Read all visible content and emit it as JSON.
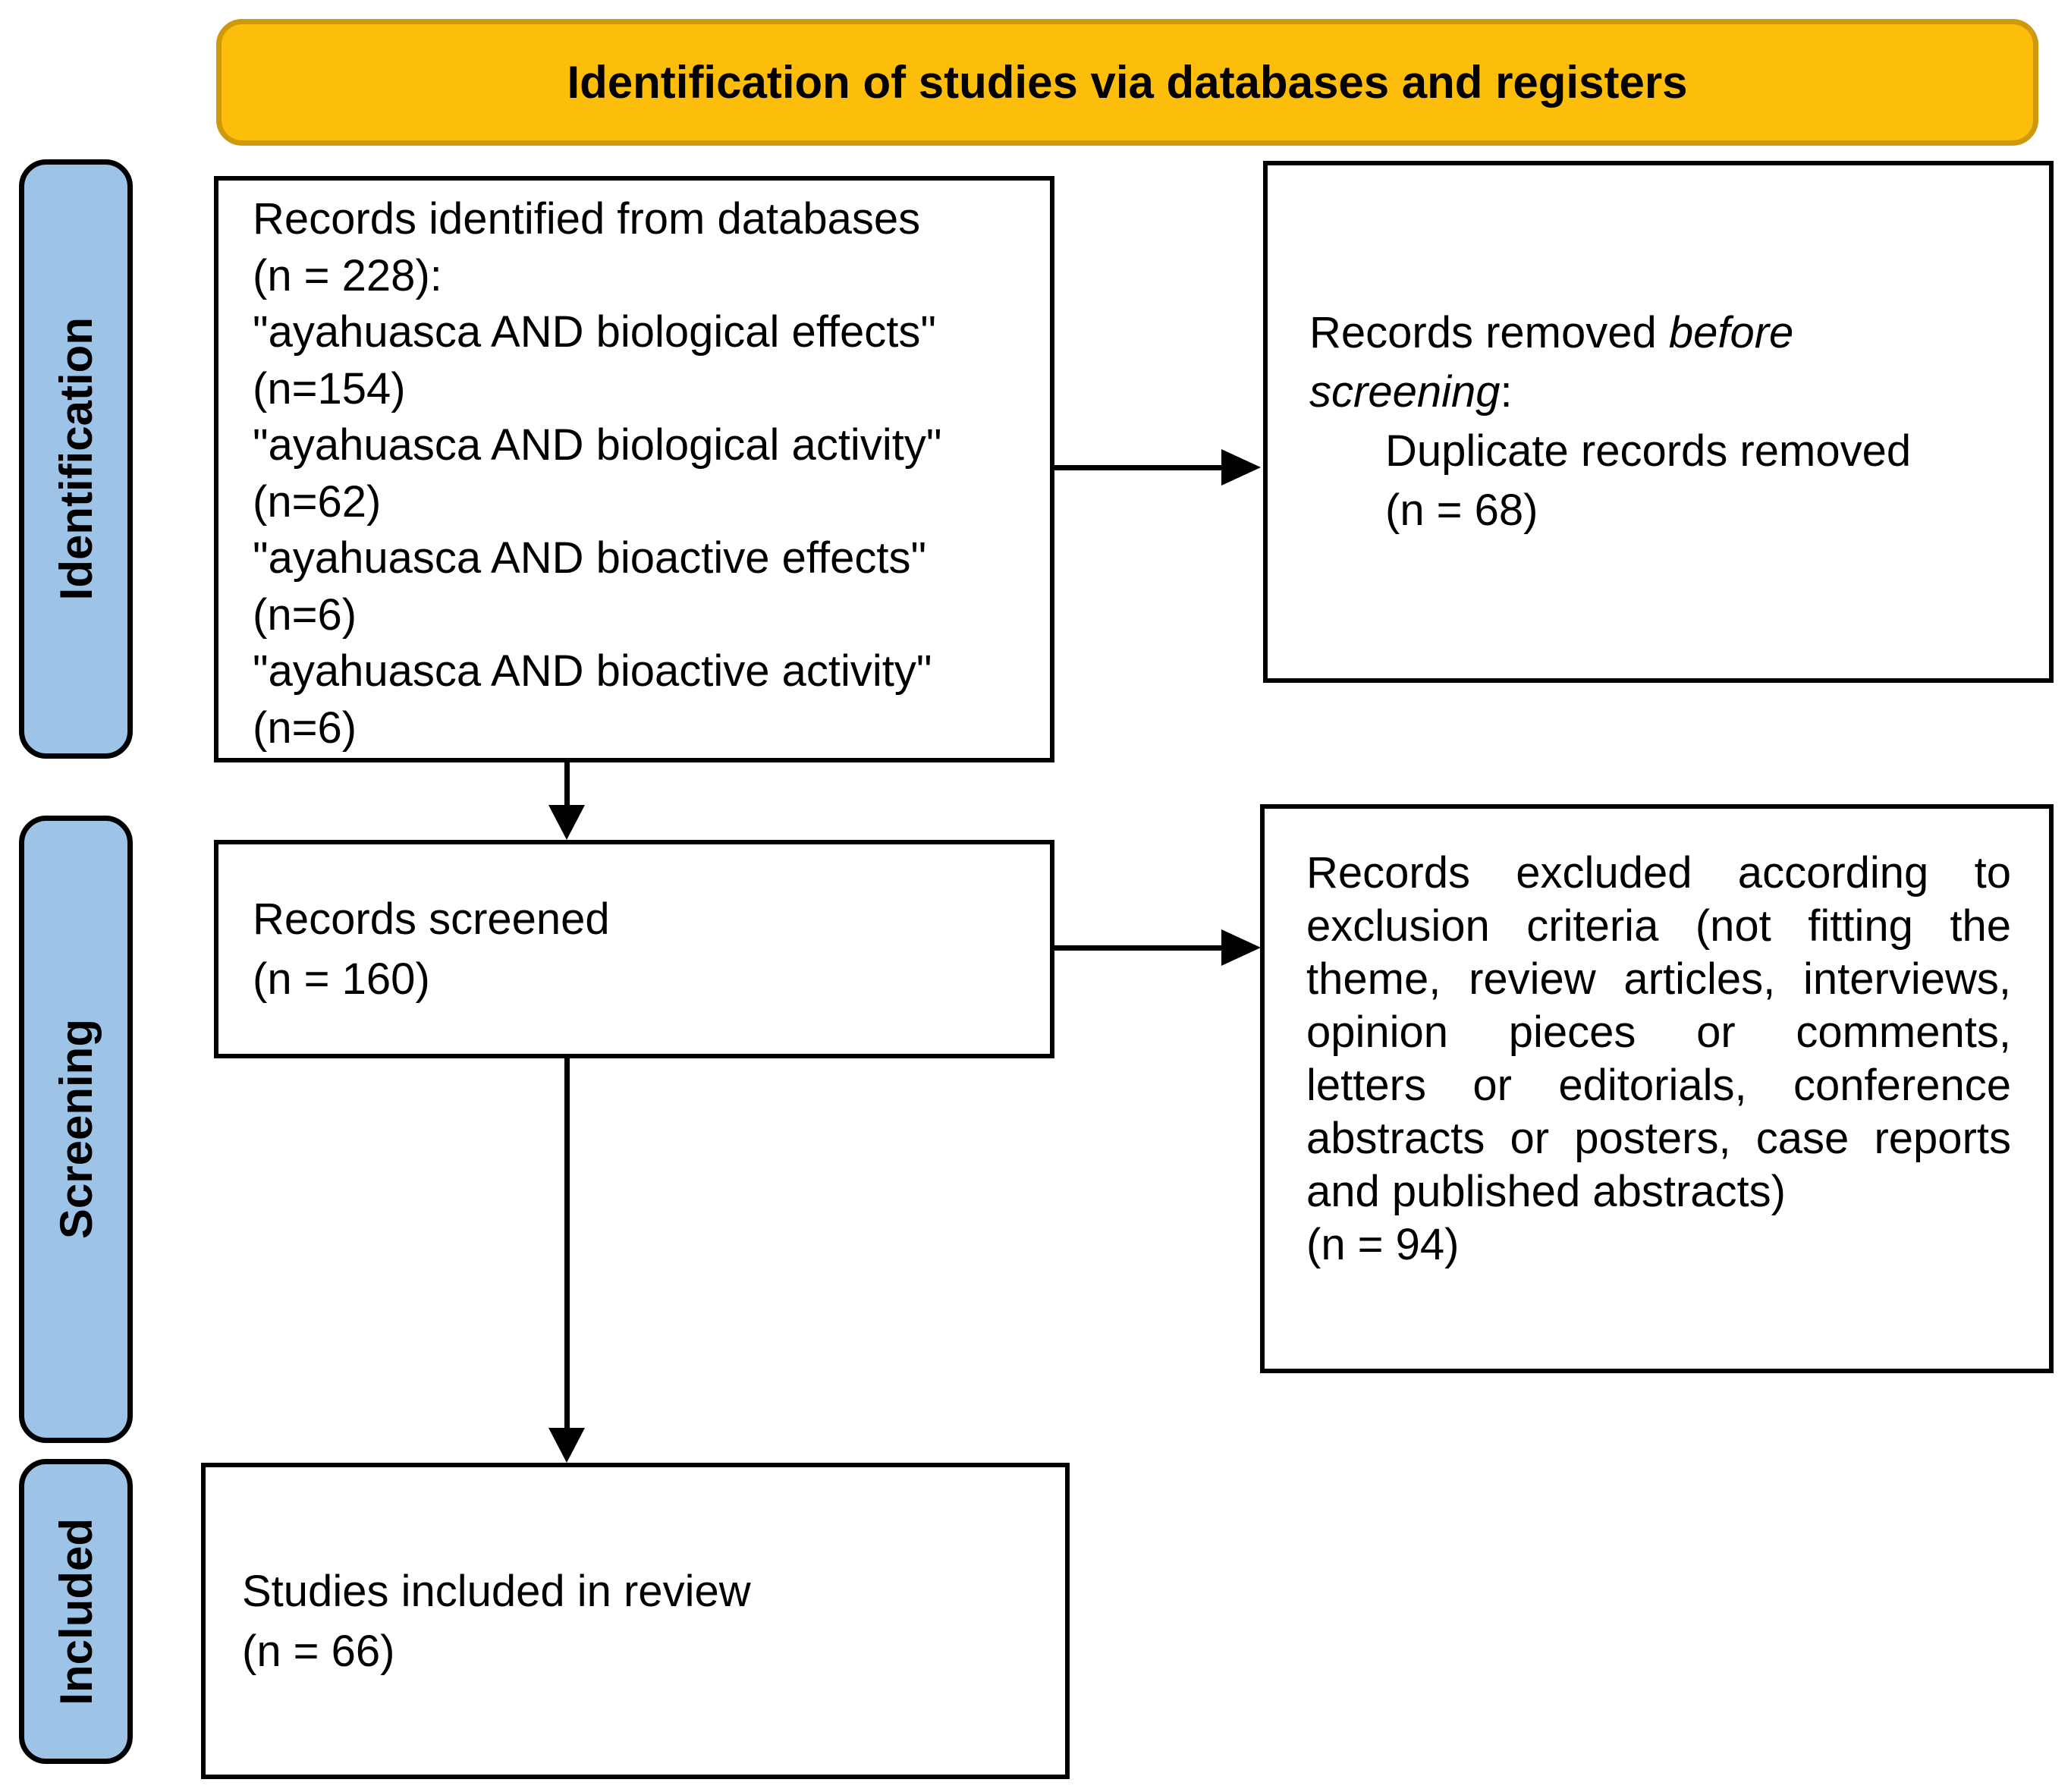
{
  "banner": {
    "title": "Identification of studies via databases and registers"
  },
  "sidebar": {
    "stages": [
      {
        "label": "Identification"
      },
      {
        "label": "Screening"
      },
      {
        "label": "Included"
      }
    ]
  },
  "boxes": {
    "identified": {
      "lines": [
        "Records identified from databases",
        "(n = 228):",
        "\"ayahuasca AND biological effects\"",
        "(n=154)",
        "\"ayahuasca AND biological activity\"",
        "(n=62)",
        "\"ayahuasca AND bioactive effects\"",
        "(n=6)",
        "\"ayahuasca AND bioactive activity\"",
        "(n=6)"
      ]
    },
    "removed_before_screening": {
      "normal_prefix": "Records removed ",
      "italic_segment": "before screening",
      "suffix": ":",
      "detail_lines": [
        "Duplicate records removed",
        "(n = 68)"
      ]
    },
    "screened": {
      "lines": [
        "Records screened",
        "(n = 160)"
      ]
    },
    "excluded": {
      "justified_lines": [
        "Records excluded according to",
        "exclusion criteria (not fitting the",
        "theme, review articles, interviews,",
        "opinion pieces or comments,",
        "letters or editorials, conference",
        "abstracts or posters, case reports"
      ],
      "plain_lines": [
        "and published abstracts)",
        "(n = 94)"
      ]
    },
    "included": {
      "lines": [
        "Studies included in review",
        "(n = 66)"
      ]
    }
  },
  "colors": {
    "banner_fill": "#FCBE0B",
    "banner_border": "#CE9A0B",
    "stage_fill": "#9DC3E6",
    "line_color": "#000000"
  }
}
